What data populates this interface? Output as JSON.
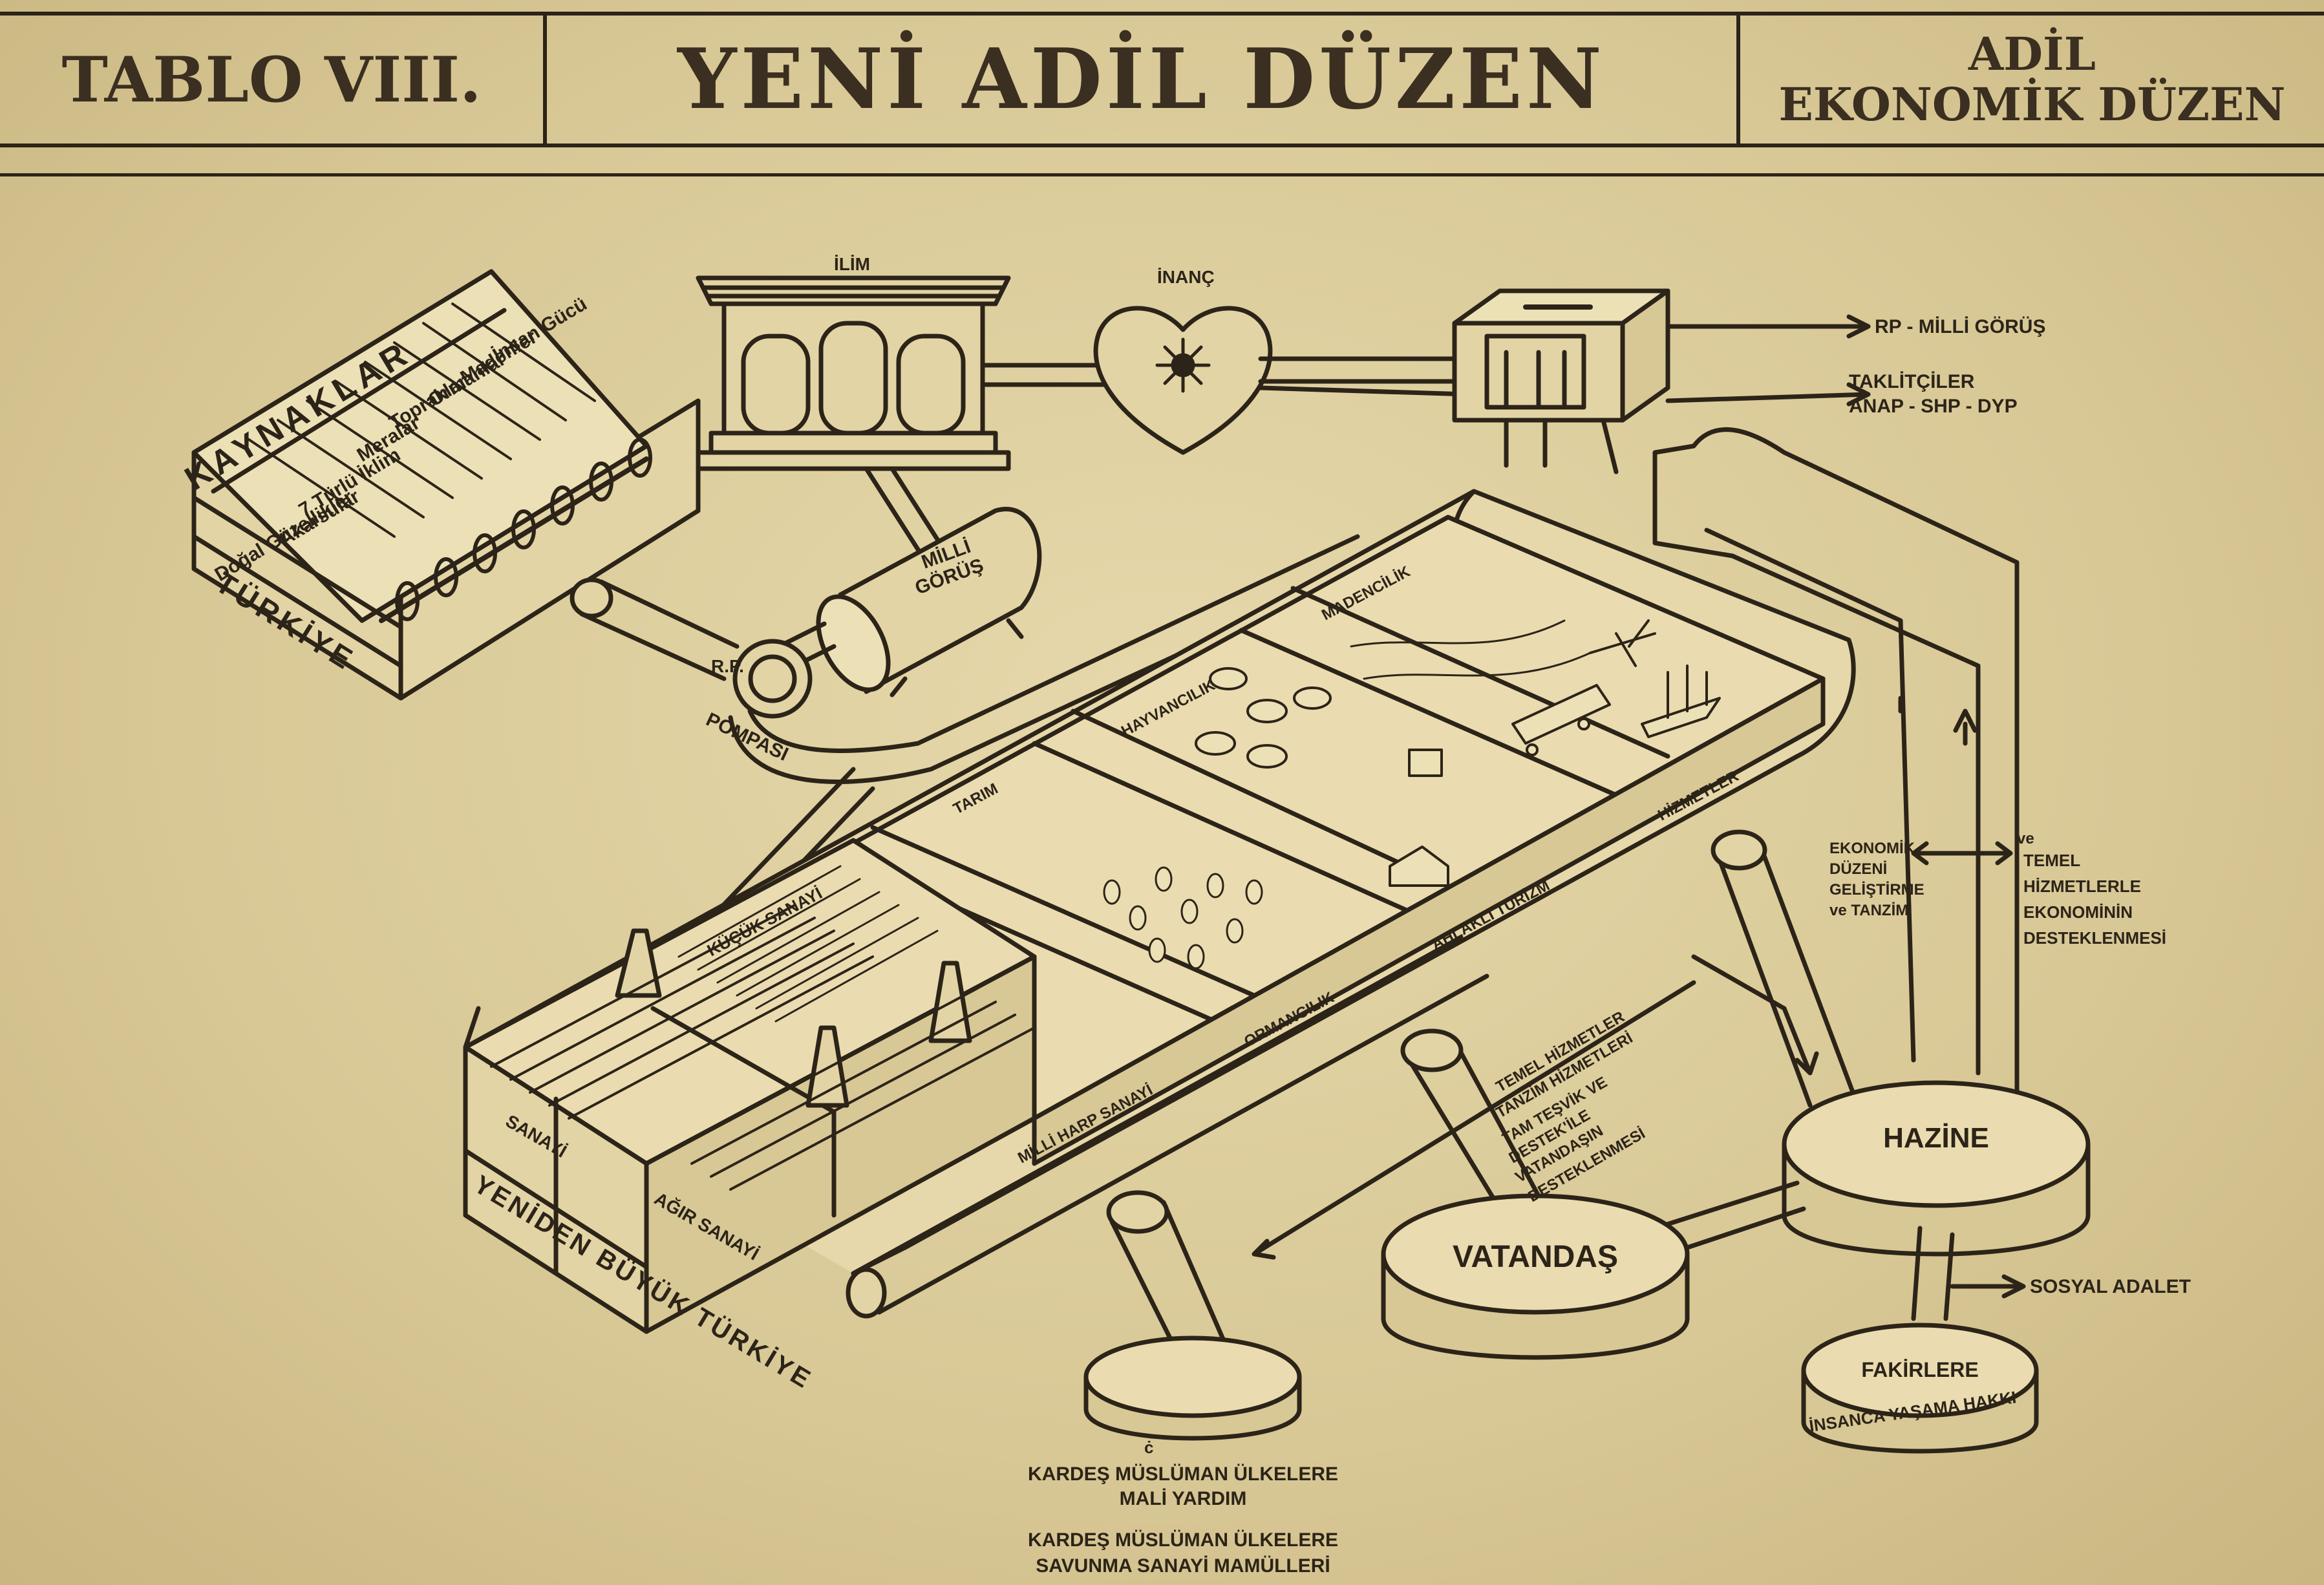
{
  "header": {
    "table_no": "TABLO VIII.",
    "title": "YENİ ADİL DÜZEN",
    "subtitle_line1": "ADİL",
    "subtitle_line2": "EKONOMİK DÜZEN"
  },
  "resources": {
    "title": "KAYNAKLAR",
    "items": [
      "İnsan Gücü",
      "Madenler",
      "Ormanlar",
      "Topraklar",
      "Meralar",
      "7 Türlü İklim",
      "Akarsular",
      "Doğal Güzellikler"
    ],
    "base": "TÜRKİYE"
  },
  "top": {
    "ilim": "İLİM",
    "inanc": "İNANÇ",
    "rp_milli_gorus": "RP - MİLLİ GÖRÜŞ",
    "taklitciler": "TAKLİTÇİLER",
    "parties": "ANAP - SHP - DYP"
  },
  "tank": {
    "line1": "MİLLİ",
    "line2": "GÖRÜŞ"
  },
  "pump": {
    "line1": "R.P.",
    "line2": "POMPASI"
  },
  "sectors": {
    "madencilik": "MADENCİLİK",
    "hayvancilik": "HAYVANCILIK",
    "tarim": "TARIM",
    "hizmetler": "HİZMETLER",
    "ahlakli_turizm": "AHLAKLI TURİZM",
    "ormancilik": "ORMANCILIK",
    "kucuk_sanayi": "KÜÇÜK SANAYİ",
    "milli_harp_sanayi": "MİLLİ HARP SANAYİ",
    "sanayi": "SANAYİ",
    "agir_sanayi": "AĞIR SANAYİ",
    "base": "YENİDEN BÜYÜK TÜRKİYE"
  },
  "flows": {
    "ekonomik_duzen": [
      "EKONOMİK",
      "DÜZENİ",
      "GELİŞTİRME",
      "ve TANZİM"
    ],
    "temel_hizmetler_ekonomi": [
      "ve",
      "TEMEL",
      "HİZMETLERLE",
      "EKONOMİNİN",
      "DESTEKLENMESİ"
    ],
    "vatandas_destek": [
      "TEMEL HİZMETLER",
      "TANZİM HİZMETLERİ",
      "TAM TEŞVİK VE",
      "DESTEK'İLE",
      "VATANDAŞIN",
      "DESTEKLENMESİ"
    ],
    "sosyal_adalet": "SOSYAL ADALET"
  },
  "nodes": {
    "hazine": "HAZİNE",
    "vatandas": "VATANDAŞ",
    "fakirlere": "FAKİRLERE",
    "insanca": "İNSANCA YAŞAMA HAKKI"
  },
  "bottom": {
    "mark": "ċ",
    "line1": "KARDEŞ MÜSLÜMAN ÜLKELERE",
    "line2": "MALİ YARDIM",
    "line3": "KARDEŞ MÜSLÜMAN ÜLKELERE",
    "line4": "SAVUNMA SANAYİ MAMÜLLERİ"
  }
}
